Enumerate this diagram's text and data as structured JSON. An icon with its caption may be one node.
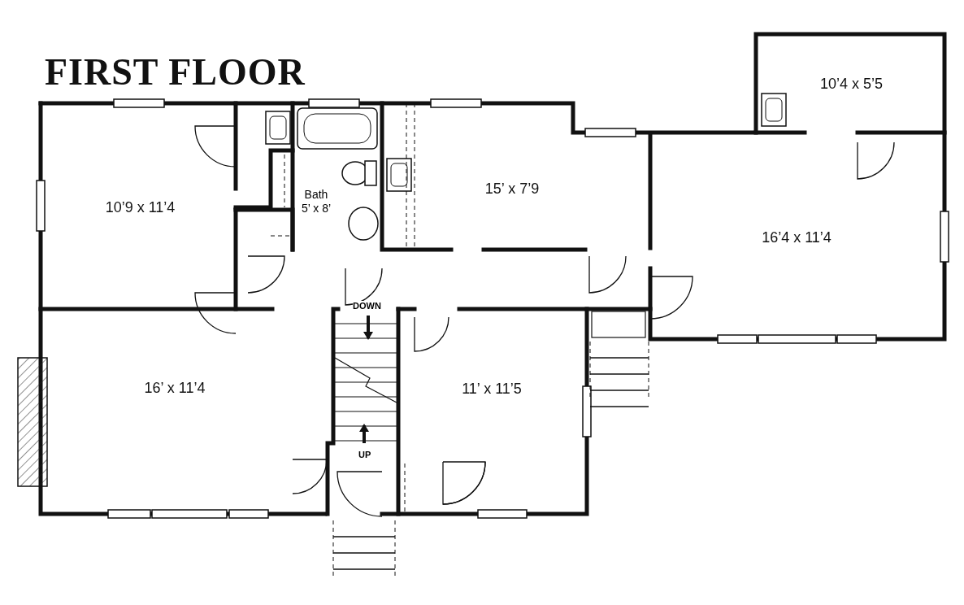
{
  "diagram": {
    "title": "FIRST FLOOR",
    "nodes": [
      {
        "text": [
          "10’9 x 11’4"
        ]
      },
      {
        "text": [
          "Bath",
          "5’ x 8’"
        ]
      },
      {
        "text": [
          "15’ x 7’9"
        ]
      },
      {
        "text": [
          "10’4 x 5’5"
        ]
      },
      {
        "text": [
          "16’4 x 11’4"
        ]
      },
      {
        "text": [
          "16’ x 11’4"
        ]
      },
      {
        "text": [
          "11’ x 11’5"
        ]
      }
    ],
    "labels": [
      "DOWN",
      "UP"
    ]
  }
}
